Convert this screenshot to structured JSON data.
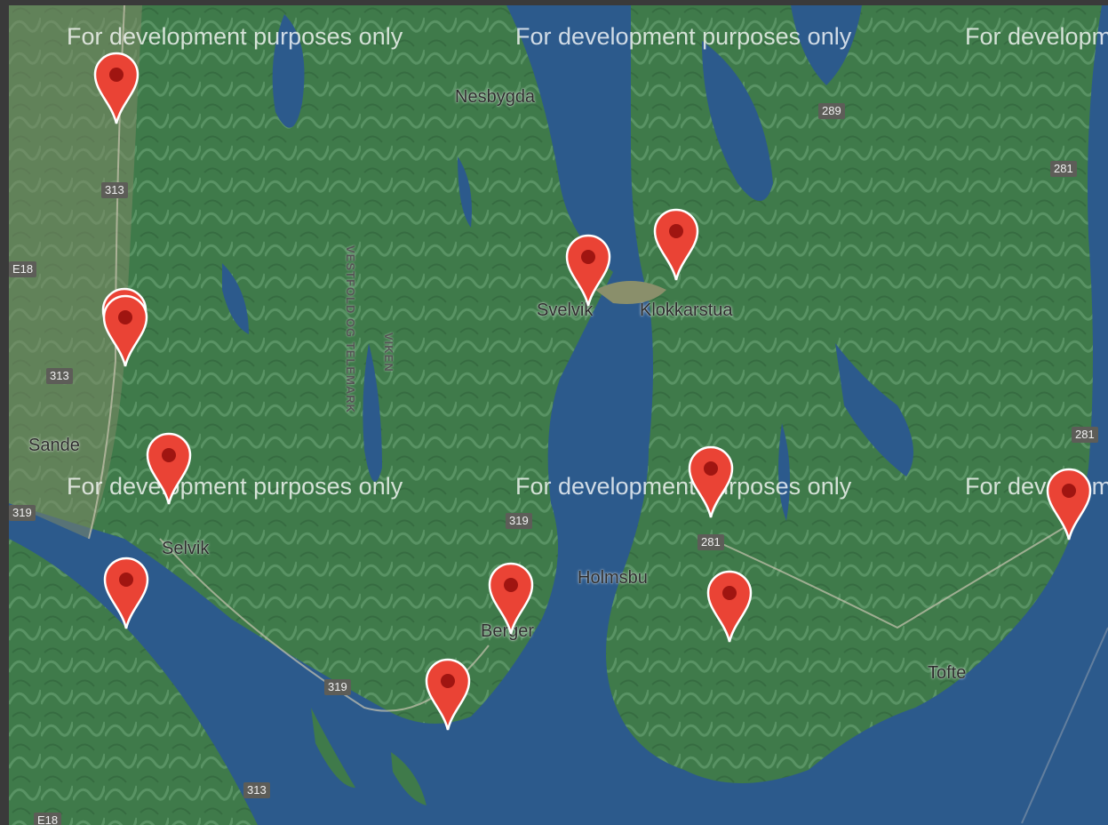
{
  "map": {
    "watermark": "For development purposes only",
    "places": {
      "nesbygda": "Nesbygda",
      "svelvik": "Svelvik",
      "klokkarstua": "Klokkarstua",
      "sande": "Sande",
      "selvik": "Selvik",
      "holmsbu": "Holmsbu",
      "berger": "Berger",
      "tofte": "Tofte"
    },
    "regions": {
      "vestfold": "VESTFOLD OG TELEMARK",
      "viken": "VIKEN"
    },
    "roads": {
      "r313": "313",
      "r289": "289",
      "r281": "281",
      "rE18": "E18",
      "r319": "319"
    },
    "markers": [
      {
        "name": "marker-1"
      },
      {
        "name": "marker-2"
      },
      {
        "name": "marker-3"
      },
      {
        "name": "marker-4"
      },
      {
        "name": "marker-5"
      },
      {
        "name": "marker-6"
      },
      {
        "name": "marker-7"
      },
      {
        "name": "marker-8"
      },
      {
        "name": "marker-9"
      },
      {
        "name": "marker-10"
      },
      {
        "name": "marker-11"
      },
      {
        "name": "marker-12"
      },
      {
        "name": "marker-13"
      },
      {
        "name": "marker-14"
      }
    ],
    "colors": {
      "water": "#2c5a8c",
      "forest": "#3f7a4a",
      "marker": "#ea4335",
      "marker_dot": "#a01511"
    }
  }
}
